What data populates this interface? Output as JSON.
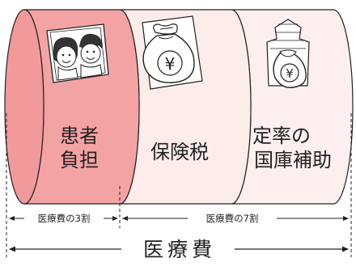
{
  "colors": {
    "patient_fill": "#f4a3a5",
    "patient_end_fill": "#f2999c",
    "insurance_fill": "#fcecea",
    "subsidy_fill": "#fcefed",
    "outline": "#222222",
    "text": "#222222"
  },
  "segments": [
    {
      "label_lines": [
        "患者",
        "負担"
      ],
      "icon": "family-illustration-icon"
    },
    {
      "label_lines": [
        "保険税"
      ],
      "icon": "money-bag-yen-icon"
    },
    {
      "label_lines": [
        "定率の",
        "国庫補助"
      ],
      "icon": "government-building-money-icon"
    }
  ],
  "dimensions": {
    "patient_share": "医療費の3割",
    "other_share": "医療費の7割",
    "total": "医療費"
  }
}
